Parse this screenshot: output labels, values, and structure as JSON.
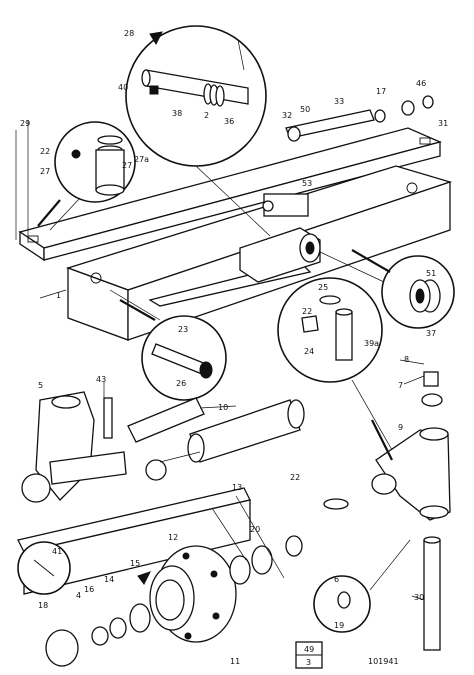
{
  "drawing_number": "101941",
  "box_label": {
    "top": "49",
    "bottom": "3"
  },
  "callouts": {
    "c28": "28",
    "c40": "40",
    "c38": "38",
    "c2": "2",
    "c36": "36",
    "c32": "32",
    "c50": "50",
    "c33": "33",
    "c17": "17",
    "c46": "46",
    "c31": "31",
    "c22": "22",
    "c27": "27",
    "c27a": "27a",
    "c27b": "27",
    "c29": "29",
    "c53": "53",
    "c1": "1",
    "c51": "51",
    "c37": "37",
    "c25": "25",
    "c24": "24",
    "c39a": "39a",
    "c22b": "22",
    "c23": "23",
    "c26": "26",
    "c5": "5",
    "c43": "43",
    "c8": "8",
    "c10": "10",
    "c7": "7",
    "c9": "9",
    "c22c": "22",
    "c13": "13",
    "c20": "20",
    "c41": "41",
    "c16": "16",
    "c14": "14",
    "c15": "15",
    "c11": "11",
    "c6": "6",
    "c19": "19",
    "c30": "30",
    "c18": "18",
    "c4": "4",
    "c12": "12"
  }
}
